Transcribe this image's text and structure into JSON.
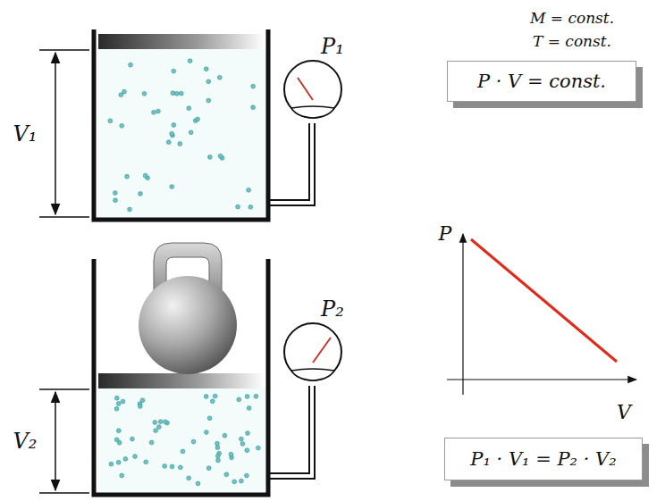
{
  "diagram": {
    "nodes": [
      {
        "text": [
          "P · V = const."
        ]
      },
      {
        "text": [
          "P₁ · V₁ = P₂ · V₂"
        ]
      }
    ],
    "labels": [
      "V₁",
      "P₁",
      "M = const.",
      "T = const.",
      "P",
      "V",
      "V₂",
      "P₂"
    ]
  }
}
